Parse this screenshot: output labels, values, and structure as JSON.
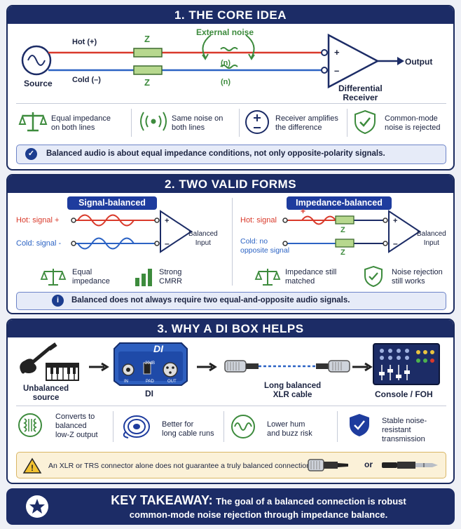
{
  "s1": {
    "title": "1. THE CORE IDEA",
    "hot": "Hot (+)",
    "cold": "Cold (–)",
    "source": "Source",
    "z": "Z",
    "noise": "External noise",
    "n": "(n)",
    "plus": "+",
    "minus": "–",
    "output": "Output",
    "receiver": "Differential\nReceiver",
    "features": [
      "Equal impedance\non both lines",
      "Same noise on\nboth lines",
      "Receiver amplifies\nthe difference",
      "Common-mode\nnoise is rejected"
    ],
    "note": "Balanced audio is about equal impedance conditions, not only opposite-polarity signals.",
    "colors": {
      "hot": "#d93a2b",
      "cold": "#2c63c4",
      "green": "#3d8b3d",
      "navy": "#1c2c66"
    }
  },
  "s2": {
    "title": "2. TWO VALID FORMS",
    "left": {
      "pill": "Signal-balanced",
      "hot": "Hot: signal +",
      "cold": "Cold: signal -",
      "input": "Balanced\nInput",
      "f1": "Equal\nimpedance",
      "f2": "Strong\nCMRR"
    },
    "right": {
      "pill": "Impedance-balanced",
      "hot": "Hot: signal",
      "cold": "Cold: no\nopposite signal",
      "z": "Z",
      "input": "Balanced\nInput",
      "f1": "Impedance still\nmatched",
      "f2": "Noise rejection\nstill works"
    },
    "note": "Balanced does not always require two equal-and-opposite audio signals."
  },
  "s3": {
    "title": "3. WHY A DI BOX HELPS",
    "src": "Unbalanced\nsource",
    "di": "DI",
    "di_box": "DI",
    "di_small": [
      "IN",
      "-20dB",
      "PAD",
      "OUT"
    ],
    "cable": "Long balanced\nXLR cable",
    "console": "Console / FOH",
    "features": [
      "Converts to\nbalanced\nlow-Z output",
      "Better for\nlong cable runs",
      "Lower hum\nand buzz risk",
      "Stable noise-\nresistant\ntransmission"
    ],
    "warn": "An XLR or TRS connector alone does not guarantee a truly balanced connection.",
    "or": "or"
  },
  "key": {
    "head": "KEY TAKEAWAY:",
    "line1": "The goal of a balanced connection is robust",
    "line2": "common-mode noise rejection through impedance balance."
  }
}
